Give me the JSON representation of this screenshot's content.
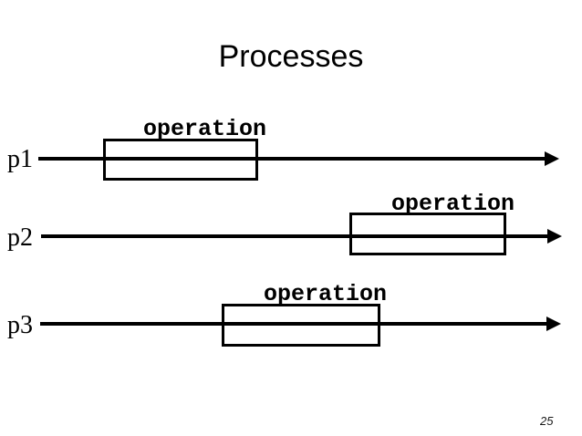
{
  "slide": {
    "title": "Processes",
    "page_number": "25"
  },
  "colors": {
    "ink": "#000000",
    "background": "#ffffff"
  },
  "rows": [
    {
      "label": "p1",
      "operation_label": "operation"
    },
    {
      "label": "p2",
      "operation_label": "operation"
    },
    {
      "label": "p3",
      "operation_label": "operation"
    }
  ]
}
